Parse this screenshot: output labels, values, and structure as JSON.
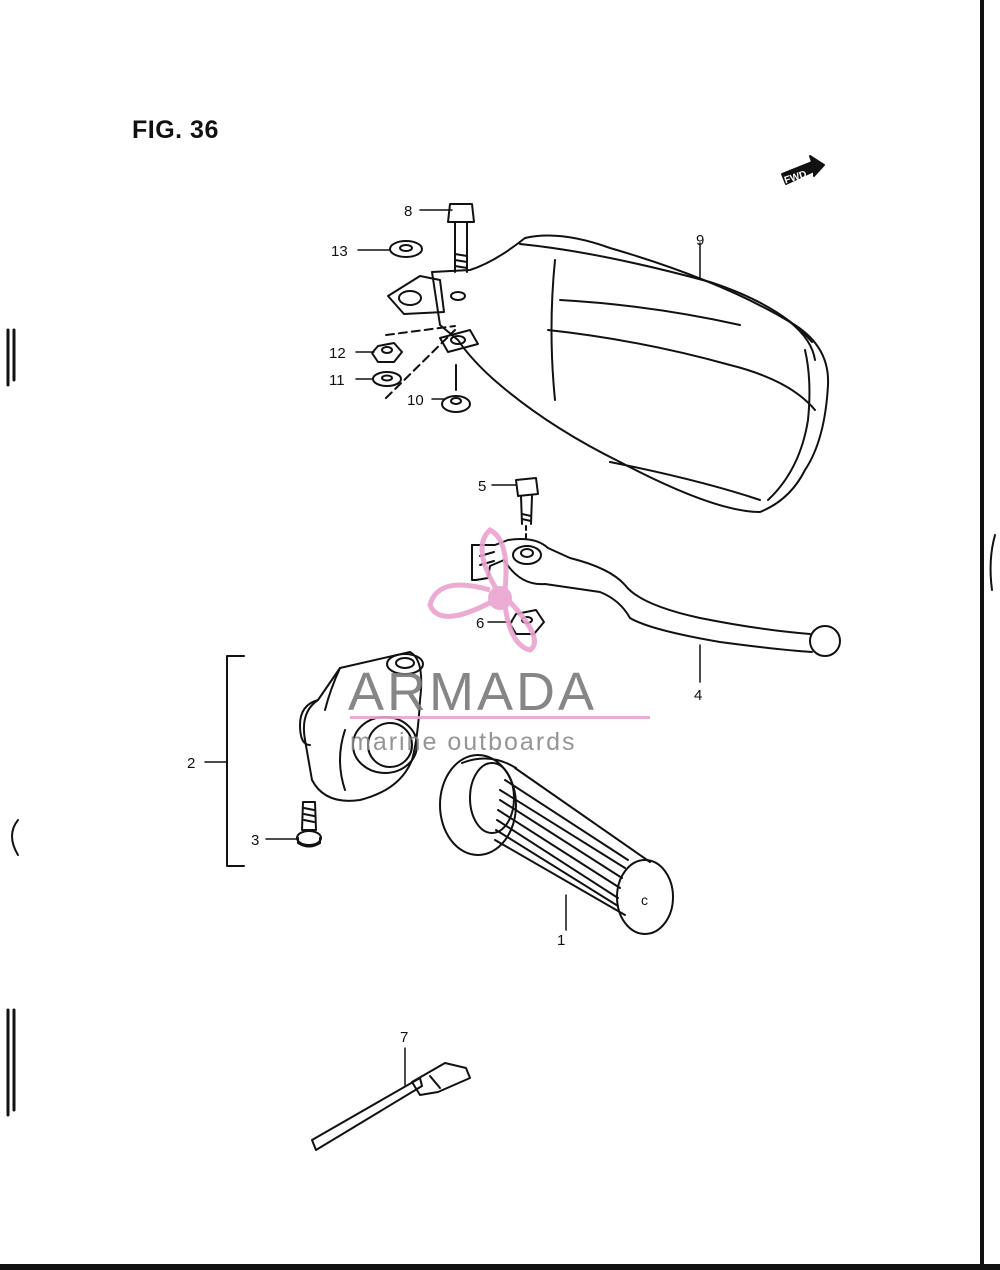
{
  "figure": {
    "title": "FIG. 36",
    "fwd_label": "FWD"
  },
  "callouts": [
    "1",
    "2",
    "3",
    "4",
    "5",
    "6",
    "7",
    "8",
    "9",
    "10",
    "11",
    "12",
    "13"
  ],
  "watermark": {
    "brand": "ARMADA",
    "tagline": "marine outboards",
    "accent_color": "#e9a3cf",
    "text_color": "#7a7a7a"
  },
  "colors": {
    "line": "#111111",
    "background": "#ffffff"
  }
}
